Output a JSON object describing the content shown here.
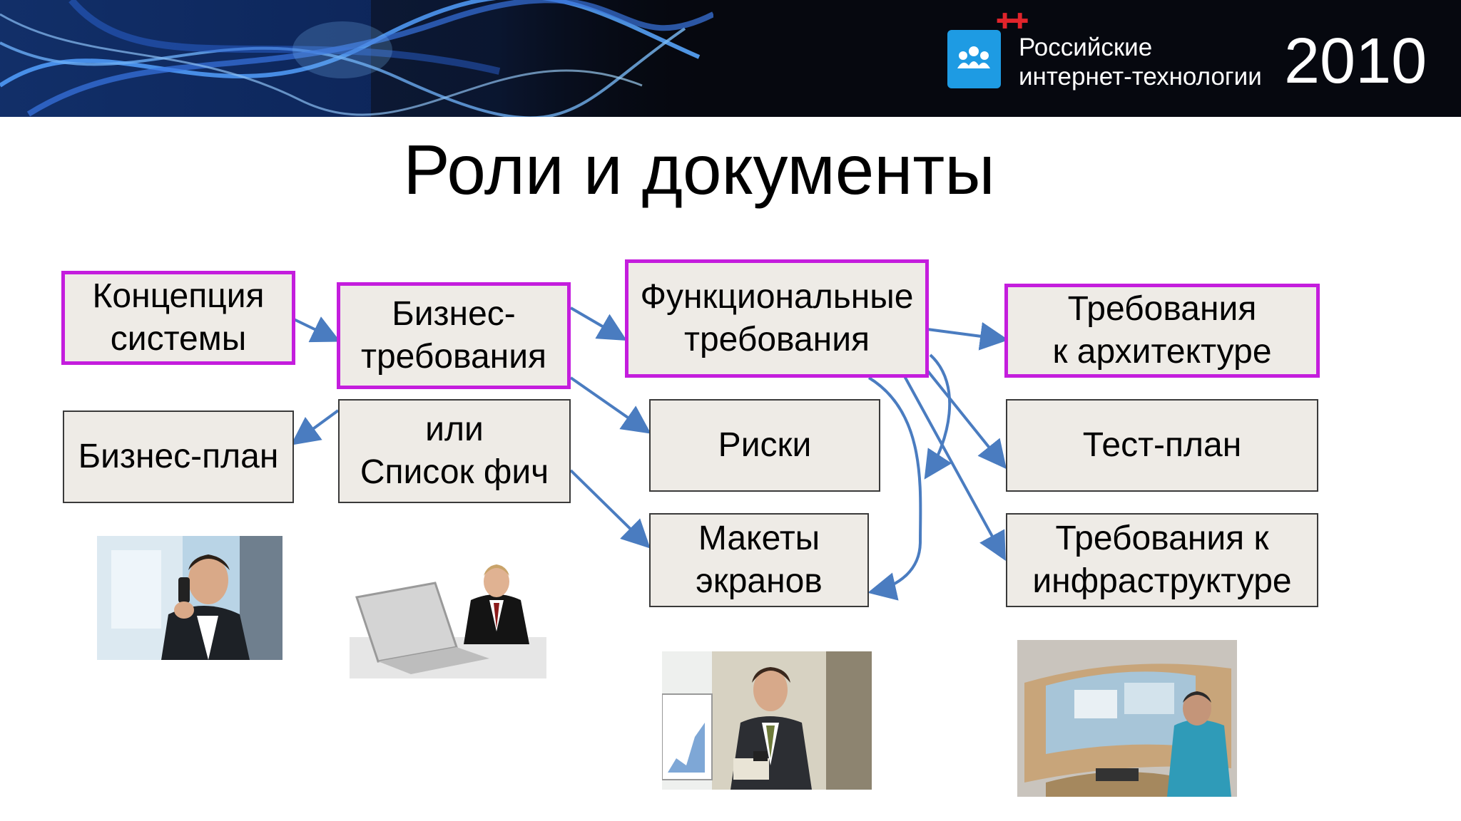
{
  "header": {
    "conference_line1": "Российские",
    "conference_line2": "интернет-технологии",
    "year": "2010"
  },
  "slide": {
    "title": "Роли и документы"
  },
  "diagram": {
    "nodes": [
      {
        "id": "concept",
        "lines": [
          "Концепция",
          "системы"
        ],
        "highlighted": true
      },
      {
        "id": "business_req",
        "lines": [
          "Бизнес-",
          "требования"
        ],
        "highlighted": true
      },
      {
        "id": "functional_req",
        "lines": [
          "Функциональные",
          "требования"
        ],
        "highlighted": true
      },
      {
        "id": "arch_req",
        "lines": [
          "Требования",
          "к архитектуре"
        ],
        "highlighted": true
      },
      {
        "id": "business_plan",
        "lines": [
          "Бизнес-план"
        ],
        "highlighted": false
      },
      {
        "id": "feature_list",
        "lines": [
          "или",
          "Список фич"
        ],
        "highlighted": false
      },
      {
        "id": "risks",
        "lines": [
          "Риски"
        ],
        "highlighted": false
      },
      {
        "id": "test_plan",
        "lines": [
          "Тест-план"
        ],
        "highlighted": false
      },
      {
        "id": "mockups",
        "lines": [
          "Макеты",
          "экранов"
        ],
        "highlighted": false
      },
      {
        "id": "infra_req",
        "lines": [
          "Требования к",
          "инфраструктуре"
        ],
        "highlighted": false
      }
    ],
    "edges": [
      {
        "from": "concept",
        "to": "business_req"
      },
      {
        "from": "business_req",
        "to": "functional_req"
      },
      {
        "from": "feature_list",
        "to": "business_plan"
      },
      {
        "from": "business_req",
        "to": "risks"
      },
      {
        "from": "feature_list",
        "to": "mockups"
      },
      {
        "from": "functional_req",
        "to": "arch_req"
      },
      {
        "from": "functional_req",
        "to": "test_plan"
      },
      {
        "from": "functional_req",
        "to": "infra_req"
      },
      {
        "from": "functional_req",
        "to": "risks"
      },
      {
        "from": "functional_req",
        "to": "mockups"
      }
    ]
  },
  "colors": {
    "highlight_border": "#c41ddd",
    "arrow": "#4a7cc0",
    "box_fill": "#eeebe6",
    "logo": "#1e9be3"
  },
  "icons": [
    "conference-logo-icon",
    "photo-man-phone",
    "photo-man-laptop",
    "photo-man-reading",
    "photo-man-monitors"
  ]
}
